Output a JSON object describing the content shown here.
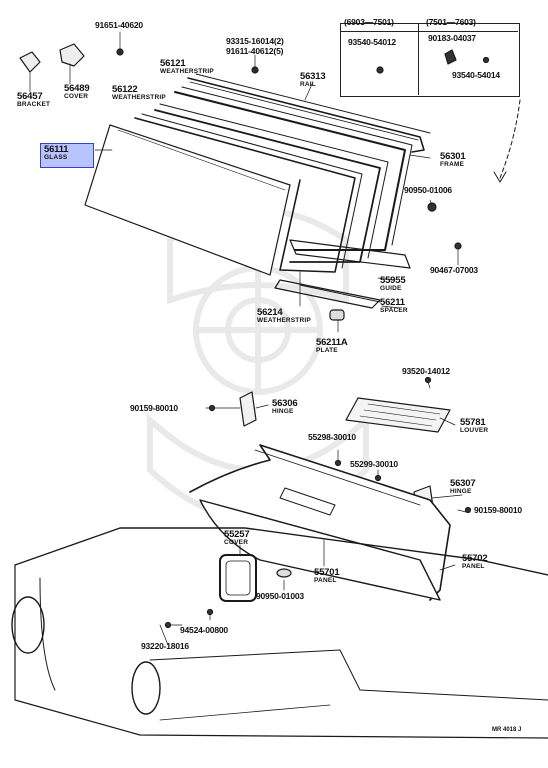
{
  "labels": {
    "l56457": {
      "num": "56457",
      "name": "BRACKET"
    },
    "l56489": {
      "num": "56489",
      "name": "COVER"
    },
    "l56122": {
      "num": "56122",
      "name": "WEATHERSTRIP"
    },
    "l56121": {
      "num": "56121",
      "name": "WEATHERSTRIP"
    },
    "l56111": {
      "num": "56111",
      "name": "GLASS"
    },
    "l56313": {
      "num": "56313",
      "name": "RAIL"
    },
    "l56301": {
      "num": "56301",
      "name": "FRAME"
    },
    "l55955": {
      "num": "55955",
      "name": "GUIDE"
    },
    "l56211": {
      "num": "56211",
      "name": "SPACER"
    },
    "l56214": {
      "num": "56214",
      "name": "WEATHERSTRIP"
    },
    "l56211A": {
      "num": "56211A",
      "name": "PLATE"
    },
    "l56306": {
      "num": "56306",
      "name": "HINGE"
    },
    "l55781": {
      "num": "55781",
      "name": "LOUVER"
    },
    "l56307": {
      "num": "56307",
      "name": "HINGE"
    },
    "l55257": {
      "num": "55257",
      "name": "COVER"
    },
    "l55701": {
      "num": "55701",
      "name": "PANEL"
    },
    "l55702": {
      "num": "55702",
      "name": "PANEL"
    }
  },
  "part_numbers": {
    "p91651": "91651-40620",
    "p93315": "93315-16014(2)",
    "p91611": "91611-40612(5)",
    "p90950a": "90950-01006",
    "p90467": "90467-07003",
    "p93520": "93520-14012",
    "p90159a": "90159-80010",
    "p55298": "55298-30010",
    "p55299": "55299-30010",
    "p90159b": "90159-80010",
    "p90950b": "90950-01003",
    "p94524": "94524-00800",
    "p93220": "93220-18016"
  },
  "variant_box": {
    "range1": "(6903—7501)",
    "range2": "(7501—7603)",
    "pn_left": "93540-54012",
    "pn_right_top": "90183-04037",
    "pn_right_bottom": "93540-54014"
  },
  "code": "MR 4018 J",
  "colors": {
    "line": "#1a1a1a",
    "highlight": "#b9c4ff",
    "highlight_border": "#3344cc",
    "watermark": "#e6e6e6"
  }
}
